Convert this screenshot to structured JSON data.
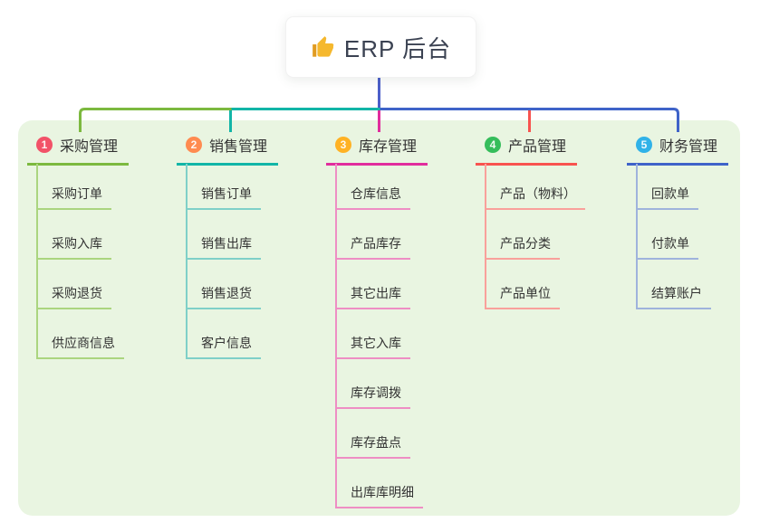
{
  "root": {
    "title": "ERP 后台",
    "icon": "thumbs-up-icon"
  },
  "branches": [
    {
      "index": "1",
      "title": "采购管理",
      "children": [
        "采购订单",
        "采购入库",
        "采购退货",
        "供应商信息"
      ],
      "colors": {
        "badge": "#f25268",
        "line": "#7cb93f",
        "light": "#abd57f"
      }
    },
    {
      "index": "2",
      "title": "销售管理",
      "children": [
        "销售订单",
        "销售出库",
        "销售退货",
        "客户信息"
      ],
      "colors": {
        "badge": "#ff8b50",
        "line": "#12b5a7",
        "light": "#7fd0c8"
      }
    },
    {
      "index": "3",
      "title": "库存管理",
      "children": [
        "仓库信息",
        "产品库存",
        "其它出库",
        "其它入库",
        "库存调拨",
        "库存盘点",
        "出库库明细"
      ],
      "colors": {
        "badge": "#ffb224",
        "line": "#e12d9d",
        "light": "#ee8ec4"
      }
    },
    {
      "index": "4",
      "title": "产品管理",
      "children": [
        "产品（物料）",
        "产品分类",
        "产品单位"
      ],
      "colors": {
        "badge": "#35bd5b",
        "line": "#f8534f",
        "light": "#f9a09b"
      }
    },
    {
      "index": "5",
      "title": "财务管理",
      "children": [
        "回款单",
        "付款单",
        "结算账户"
      ],
      "colors": {
        "badge": "#30b2e8",
        "line": "#3f63c9",
        "light": "#9fb3dc"
      }
    }
  ],
  "colors": {
    "page_background": "#ffffff",
    "panel_background": "#e9f5e1",
    "text": "#333333",
    "root_connector": "#4c5fc9",
    "thumb_yellow": "#f5b82e"
  }
}
